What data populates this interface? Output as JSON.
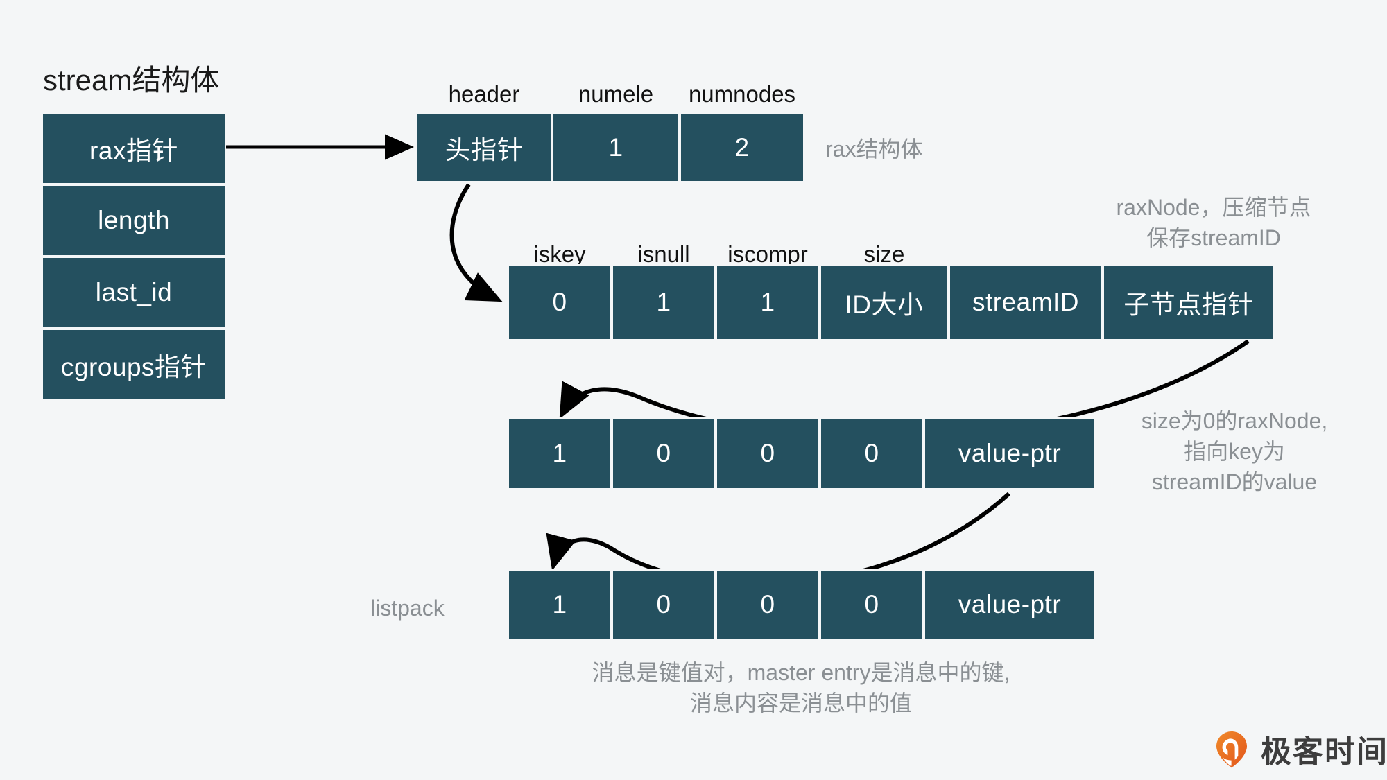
{
  "page": {
    "background": "#f4f6f7",
    "box_fill": "#24505f",
    "box_text": "#ffffff",
    "note_color": "#8a8f93",
    "label_color": "#111111",
    "accent": "#ea6a1e"
  },
  "stream_struct": {
    "title": "stream结构体",
    "fields": [
      {
        "label": "rax指针"
      },
      {
        "label": "length"
      },
      {
        "label": "last_id"
      },
      {
        "label": "cgroups指针"
      }
    ]
  },
  "rax_struct": {
    "note": "rax结构体",
    "headers": [
      "header",
      "numele",
      "numnodes"
    ],
    "cells": [
      "头指针",
      "1",
      "2"
    ]
  },
  "rax_node": {
    "note_line1": "raxNode，压缩节点",
    "note_line2": "保存streamID",
    "headers": [
      "iskey",
      "isnull",
      "iscompr",
      "size"
    ],
    "cells": [
      "0",
      "1",
      "1",
      "ID大小",
      "streamID",
      "子节点指针"
    ]
  },
  "leaf_node": {
    "note_line1": "size为0的raxNode,",
    "note_line2": "指向key为",
    "note_line3": "streamID的value",
    "cells": [
      "1",
      "0",
      "0",
      "0",
      "value-ptr"
    ]
  },
  "listpack_row": {
    "label": "listpack",
    "cells": [
      "1",
      "0",
      "0",
      "0",
      "value-ptr"
    ]
  },
  "footer": {
    "line1": "消息是键值对，master entry是消息中的键,",
    "line2": "消息内容是消息中的值"
  },
  "watermark": {
    "text": "极客时间",
    "icon": "geektime-pin-icon"
  }
}
